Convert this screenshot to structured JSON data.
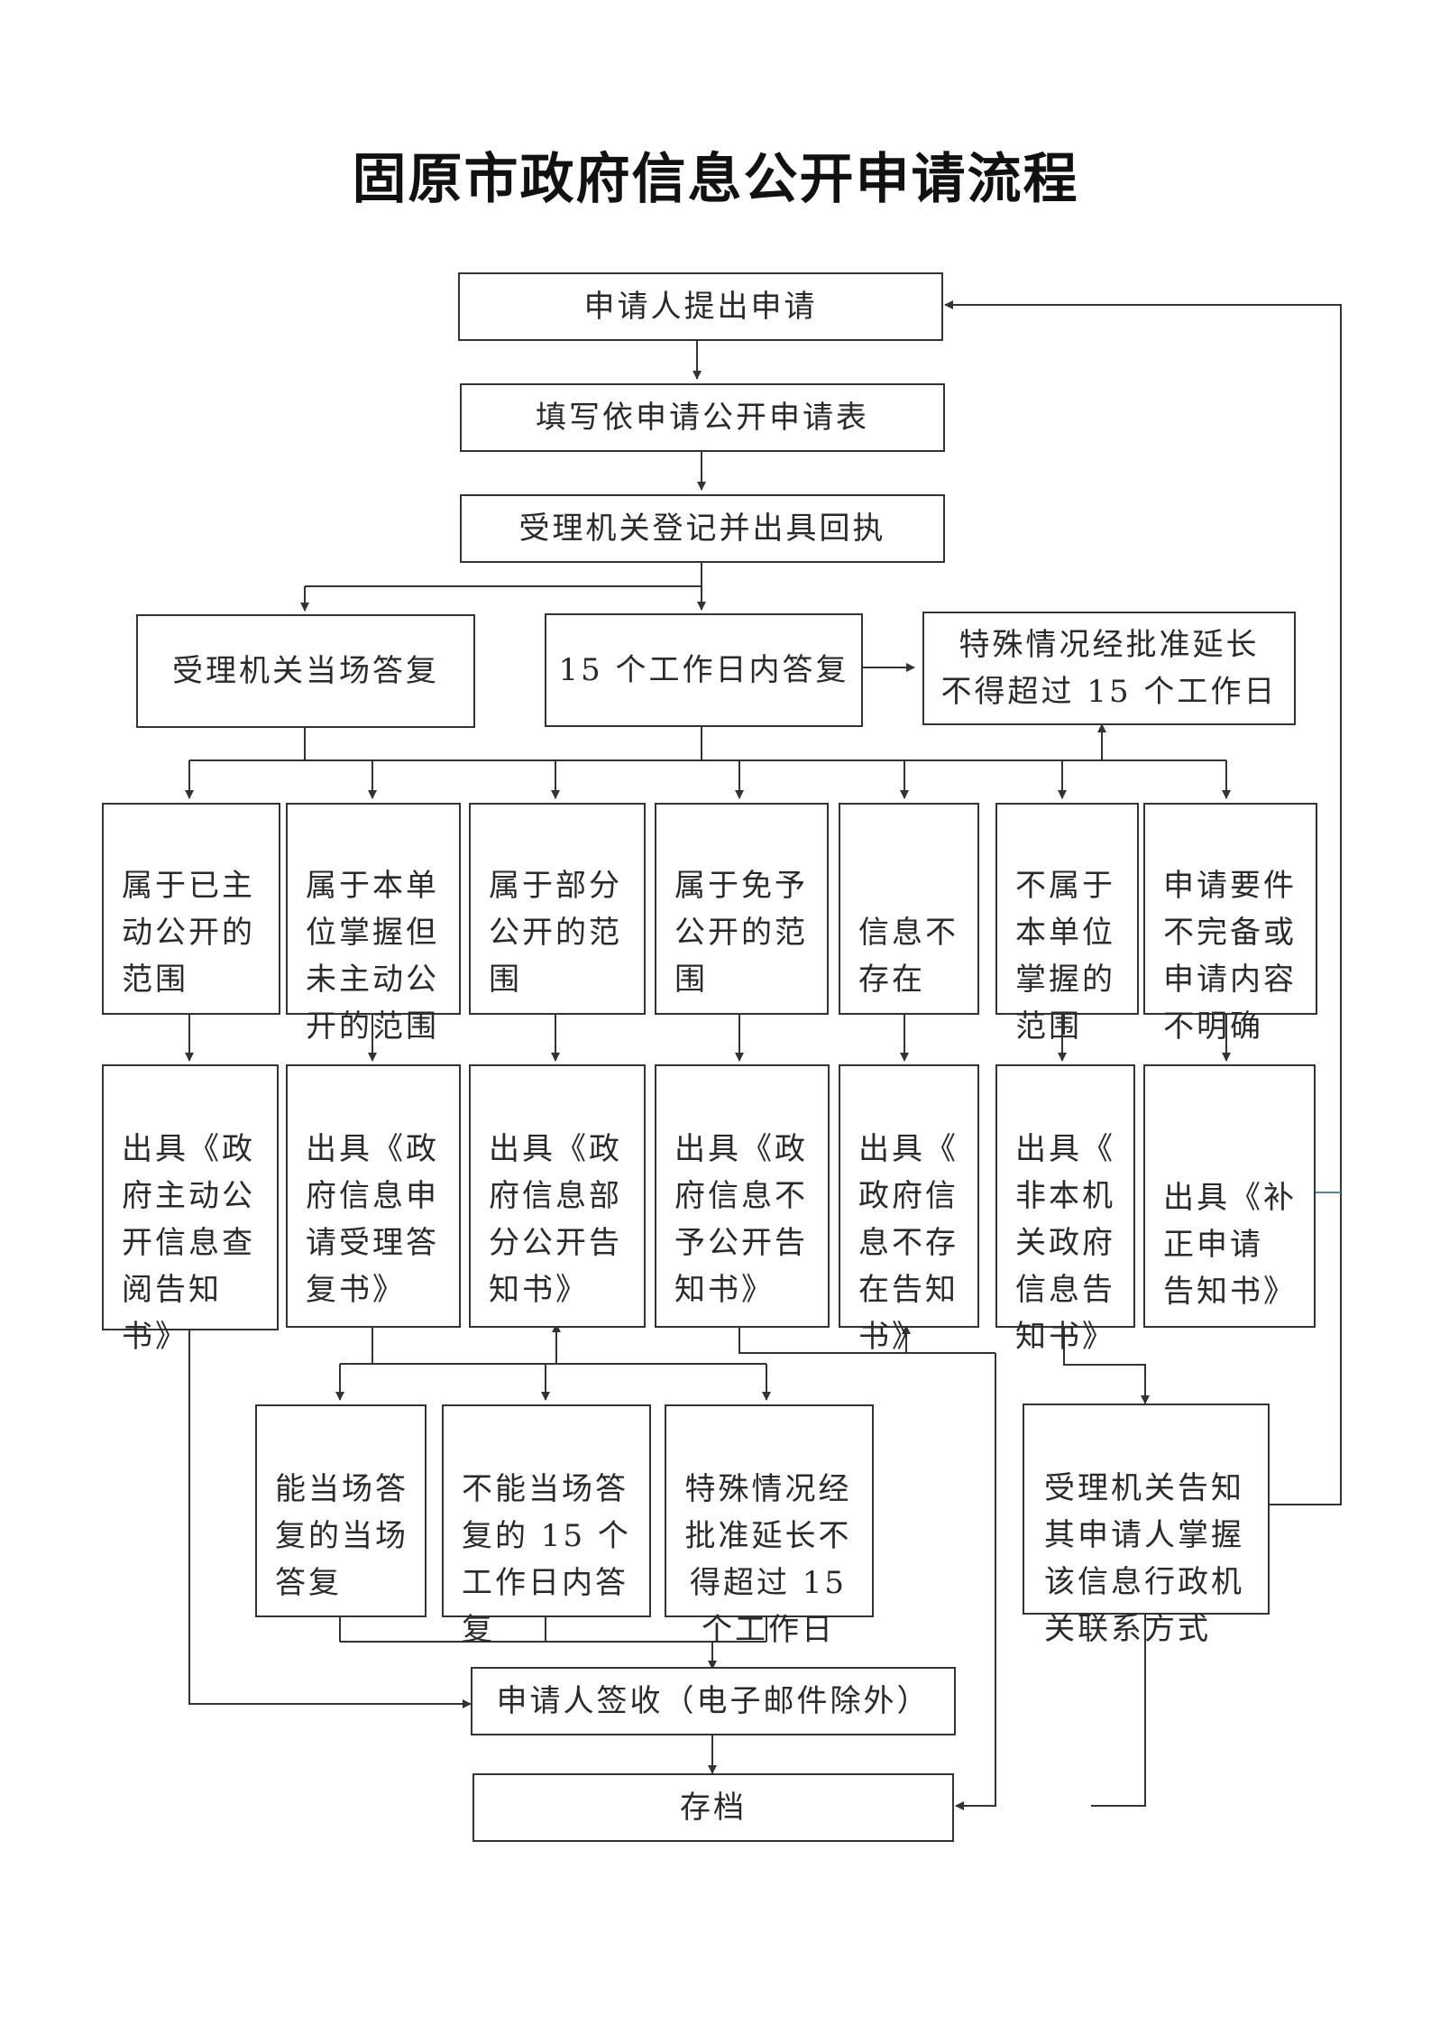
{
  "title": "固原市政府信息公开申请流程",
  "steps": {
    "apply": "申请人提出申请",
    "fill_form": "填写依申请公开申请表",
    "register": "受理机关登记并出具回执"
  },
  "responses": {
    "on_site": "受理机关当场答复",
    "within_15": "15 个工作日内答复",
    "extension": "特殊情况经批准延长\n不得超过 15 个工作日"
  },
  "categories": [
    "属于已主\n动公开的\n范围",
    "属于本单\n位掌握但\n未主动公\n开的范围",
    "属于部分\n公开的范\n围",
    "属于免予\n公开的范\n围",
    "信息不\n存在",
    "不属于\n本单位\n掌握的\n范围",
    "申请要件\n不完备或\n申请内容\n不明确"
  ],
  "notices": [
    "出具《政\n府主动公\n开信息查\n阅告知\n书》",
    "出具《政\n府信息申\n请受理答\n复书》",
    "出具《政\n府信息部\n分公开告\n知书》",
    "出具《政\n府信息不\n予公开告\n知书》",
    "出具《\n政府信\n息不存\n在告知\n书》",
    "出具《\n非本机\n关政府\n信息告\n知书》",
    "出具《补\n正申请\n告知书》"
  ],
  "sub_responses": [
    "能当场答\n复的当场\n答复",
    "不能当场答\n复的 15 个\n工作日内答\n复",
    "特殊情况经\n批准延长不\n得超过 15\n个工作日"
  ],
  "inform_contact": "受理机关告知\n其申请人掌握\n该信息行政机\n关联系方式",
  "sign": "申请人签收（电子邮件除外）",
  "archive": "存档",
  "colors": {
    "line": "#333333",
    "feedback_line": "#4a8a99"
  }
}
